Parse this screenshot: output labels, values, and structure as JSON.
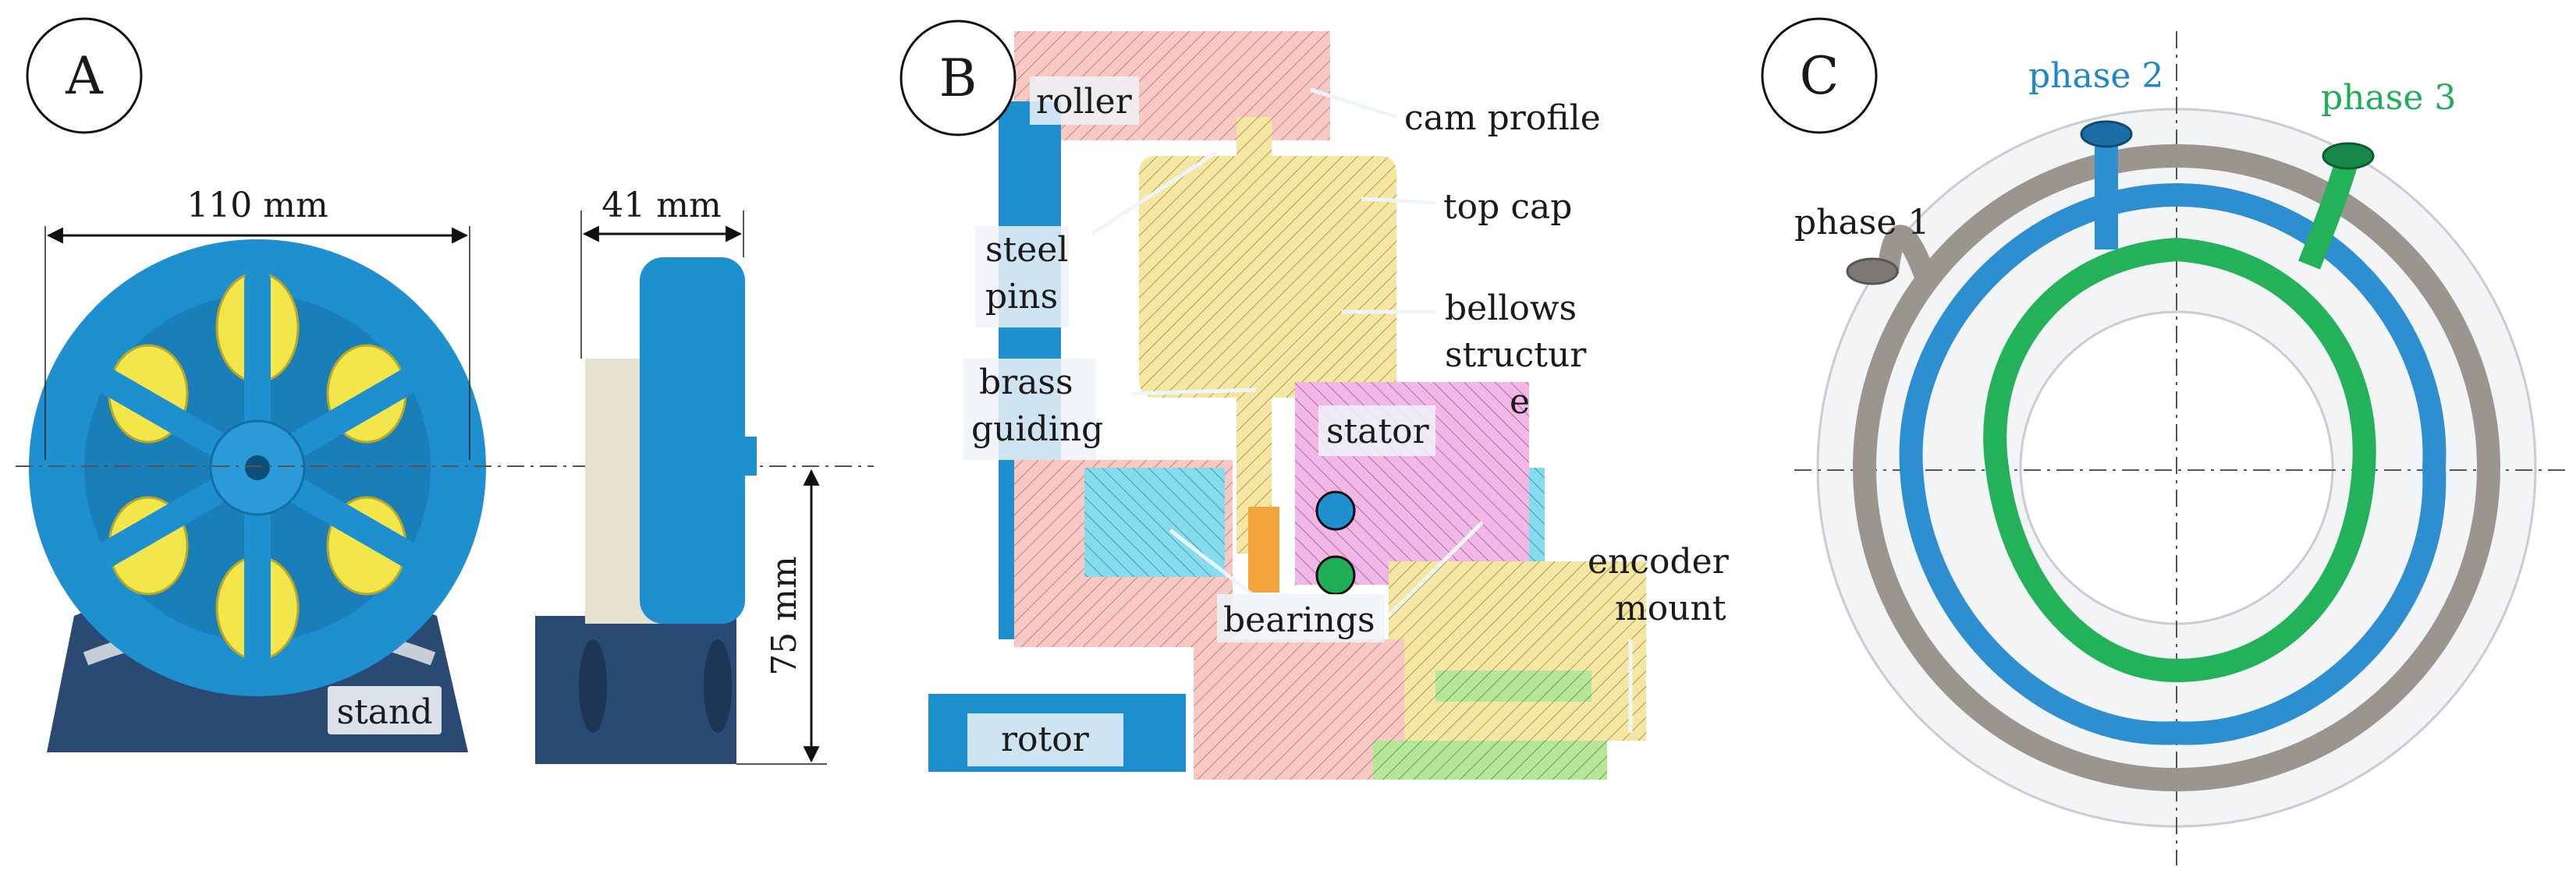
{
  "panels": {
    "A": {
      "letter": "A",
      "dim_width": "110 mm",
      "dim_depth": "41 mm",
      "dim_height": "75 mm",
      "stand_label": "stand"
    },
    "B": {
      "letter": "B",
      "labels": {
        "roller": "roller",
        "cam_profile": "cam profile",
        "top_cap": "top cap",
        "steel_pins": [
          "steel",
          "pins"
        ],
        "bellows": [
          "bellows",
          "structur"
        ],
        "bellows_extra": "e",
        "brass_guiding": [
          "brass",
          "guiding"
        ],
        "stator": "stator",
        "encoder_mount": [
          "encoder",
          "mount"
        ],
        "bearings": "bearings",
        "rotor": "rotor"
      }
    },
    "C": {
      "letter": "C",
      "phase1": "phase 1",
      "phase2": "phase 2",
      "phase3": "phase 3"
    }
  },
  "colors": {
    "blue_part": "#1e8fcf",
    "yellow_bellows": "#f2e64a",
    "stand_dark": "#2b4a73",
    "phase1": "#9a958f",
    "phase2": "#2e8fd0",
    "phase3": "#23b15a",
    "phase2_text": "#1f86c8",
    "phase3_text": "#1fae57"
  }
}
